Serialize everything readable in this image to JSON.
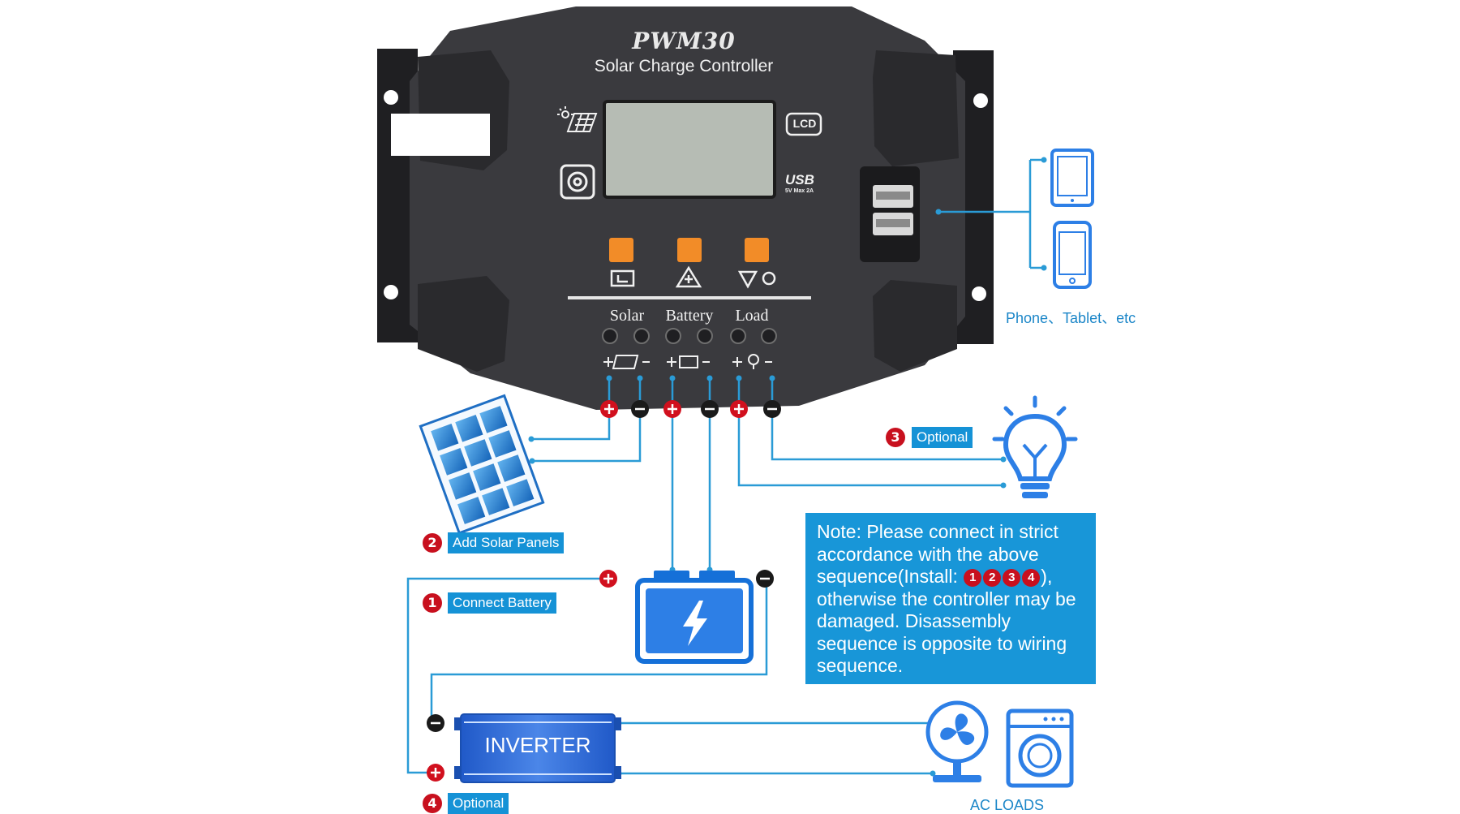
{
  "device": {
    "model": "PWM30",
    "subtitle": "Solar Charge Controller",
    "lcd_badge": "LCD",
    "usb_badge": "USB",
    "usb_spec": "5V Max 2A",
    "terminal_groups": [
      "Solar",
      "Battery",
      "Load"
    ]
  },
  "usb_devices_caption": "Phone、Tablet、etc",
  "steps": [
    {
      "number": "1",
      "label": "Connect Battery"
    },
    {
      "number": "2",
      "label": "Add Solar Panels"
    },
    {
      "number": "3",
      "label": "Optional"
    },
    {
      "number": "4",
      "label": "Optional"
    }
  ],
  "note": {
    "before": "Note: Please connect in strict accordance with the above sequence(Install: ",
    "sequence": [
      "1",
      "2",
      "3",
      "4"
    ],
    "after": "), otherwise the controller may be damaged. Disassembly sequence is opposite to wiring sequence."
  },
  "inverter_label": "INVERTER",
  "ac_loads_caption": "AC LOADS",
  "colors": {
    "wire": "#2a9bd6",
    "accent_blue": "#1592d6",
    "positive": "#d1101e",
    "negative": "#1a1a1a",
    "device_body": "#3a3a3e",
    "button": "#f28c28"
  }
}
